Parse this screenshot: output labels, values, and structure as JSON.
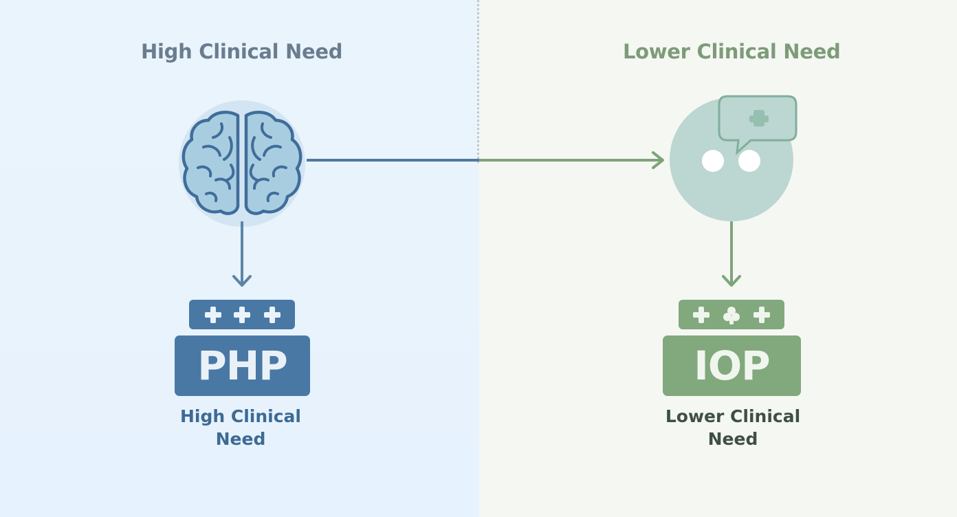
{
  "left": {
    "heading": "High Clinical Need",
    "badge_label": "PHP",
    "caption_line1": "High Clinical",
    "caption_line2": "Need",
    "icon": "brain-icon",
    "accent": "#3f6d9b",
    "strip_color": "#4a78a5",
    "background": "#e8f3fd"
  },
  "right": {
    "heading": "Lower Clinical Need",
    "badge_label": "IOP",
    "caption_line1": "Lower Clinical",
    "caption_line2": "Need",
    "icon": "chat-bubble-icon",
    "accent": "#7fa47b",
    "strip_color": "#82a87e",
    "background": "#f5f7f3"
  }
}
